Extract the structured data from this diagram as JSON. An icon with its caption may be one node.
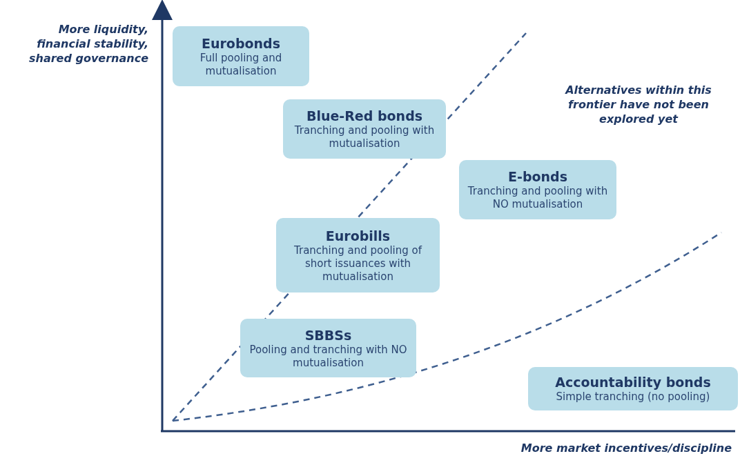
{
  "diagram": {
    "nodes": [
      {
        "text": [
          "Eurobonds",
          "Full pooling and mutualisation"
        ]
      },
      {
        "text": [
          "Blue-Red bonds",
          "Tranching and pooling with mutualisation"
        ]
      },
      {
        "text": [
          "E-bonds",
          "Tranching and pooling with NO mutualisation"
        ]
      },
      {
        "text": [
          "Eurobills",
          "Tranching and pooling of short issuances with mutualisation"
        ]
      },
      {
        "text": [
          "SBBSs",
          "Pooling and tranching with NO mutualisation"
        ]
      },
      {
        "text": [
          "Accountability bonds",
          "Simple tranching (no pooling)"
        ]
      }
    ],
    "labels": [
      "More liquidity, financial stability, shared governance",
      "Alternatives within this frontier have not been explored yet",
      "More market incentives/discipline"
    ]
  }
}
